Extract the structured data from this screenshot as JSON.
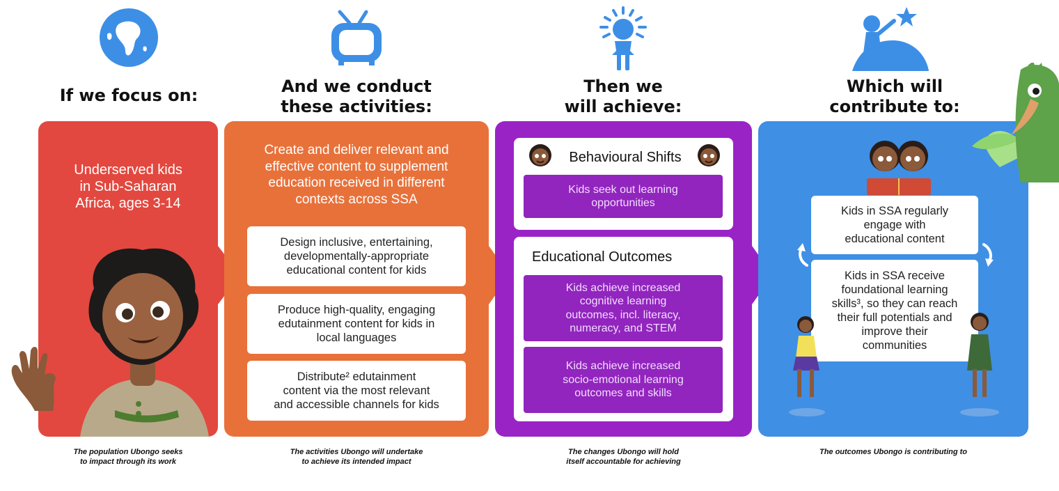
{
  "colors": {
    "red": "#e2483f",
    "orange": "#e8713a",
    "purple": "#9a23c6",
    "blue": "#3f8fe4",
    "icon_blue": "#3d8fe6"
  },
  "icons": [
    "globe-icon",
    "tv-icon",
    "child-icon",
    "child-on-hill-star-icon"
  ],
  "columns": [
    {
      "heading_line1": "If we focus on:",
      "heading_line2": "",
      "caption_line1": "The population Ubongo seeks",
      "caption_line2": "to impact through its work"
    },
    {
      "heading_line1": "And we conduct",
      "heading_line2": "these activities:",
      "caption_line1": "The activities Ubongo will undertake",
      "caption_line2": "to achieve its intended impact"
    },
    {
      "heading_line1": "Then we",
      "heading_line2": "will achieve:",
      "caption_line1": "The changes Ubongo will hold",
      "caption_line2": "itself accountable for achieving"
    },
    {
      "heading_line1": "Which will",
      "heading_line2": "contribute to:",
      "caption_line1": "The outcomes Ubongo is contributing to",
      "caption_line2": ""
    }
  ],
  "focus": {
    "line1": "Underserved kids",
    "line2": "in Sub-Saharan",
    "line3": "Africa, ages 3-14"
  },
  "activities": {
    "intro_line1": "Create and deliver relevant and",
    "intro_line2": "effective content to supplement",
    "intro_line3": "education received in different",
    "intro_line4": "contexts across SSA",
    "items": [
      {
        "l1": "Design inclusive, entertaining,",
        "l2": "developmentally-appropriate",
        "l3": "educational content for kids"
      },
      {
        "l1": "Produce high-quality, engaging",
        "l2": "edutainment content for kids in",
        "l3": "local languages"
      },
      {
        "l1": "Distribute² edutainment",
        "l2": "content via the most relevant",
        "l3": "and accessible channels for kids"
      }
    ]
  },
  "achieve": {
    "behavioural_title": "Behavioural Shifts",
    "behavioural_item": {
      "l1": "Kids seek out learning",
      "l2": "opportunities"
    },
    "educational_title": "Educational Outcomes",
    "educational_items": [
      {
        "l1": "Kids achieve increased",
        "l2": "cognitive learning",
        "l3": "outcomes, incl. literacy,",
        "l4": "numeracy, and STEM"
      },
      {
        "l1": "Kids achieve increased",
        "l2": "socio-emotional learning",
        "l3": "outcomes and skills",
        "l4": ""
      }
    ]
  },
  "contribute": {
    "box1": {
      "l1": "Kids in SSA regularly",
      "l2": "engage with",
      "l3": "educational content"
    },
    "box2": {
      "l1": "Kids in SSA receive",
      "l2": "foundational learning",
      "l3": "skills³, so they can reach",
      "l4": "their full potentials and",
      "l5": "improve their",
      "l6": "communities"
    }
  }
}
